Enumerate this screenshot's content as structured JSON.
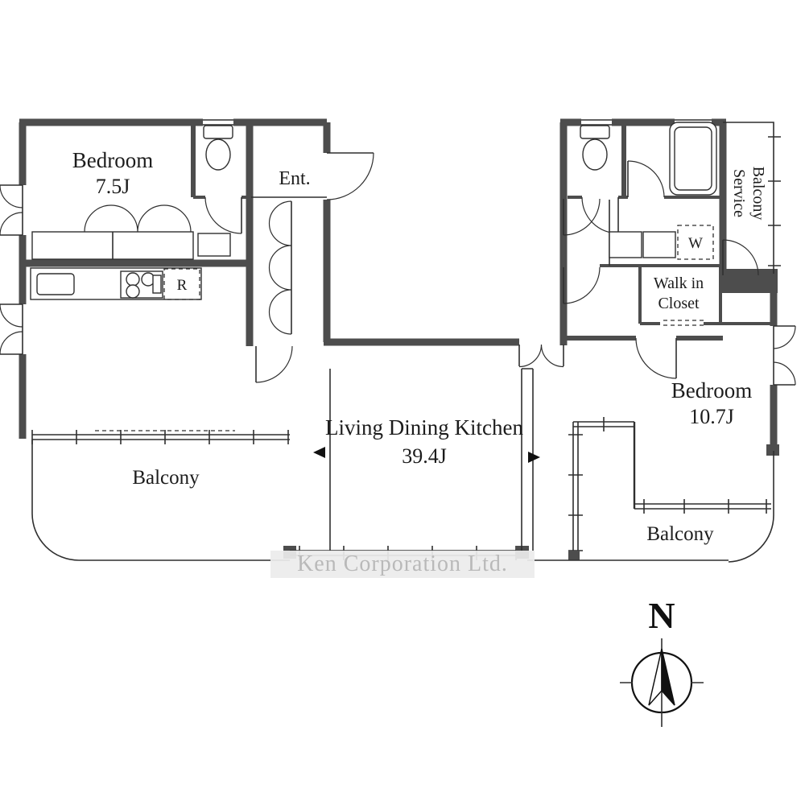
{
  "rooms": {
    "bedroom1": {
      "name": "Bedroom",
      "area": "7.5J"
    },
    "entrance": {
      "label": "Ent."
    },
    "service_balcony": {
      "word1": "Service",
      "word2": "Balcony"
    },
    "washing_machine": {
      "label": "W"
    },
    "refrigerator": {
      "label": "R"
    },
    "walk_in_closet": {
      "line1": "Walk in",
      "line2": "Closet"
    },
    "bedroom2": {
      "name": "Bedroom",
      "area": "10.7J"
    },
    "ldk": {
      "name": "Living Dining Kitchen",
      "area": "39.4J"
    },
    "balcony_left": {
      "label": "Balcony"
    },
    "balcony_right": {
      "label": "Balcony"
    }
  },
  "compass": {
    "north_label": "N"
  },
  "watermark": {
    "text": "Ken Corporation Ltd."
  },
  "colors": {
    "wall": "#4d4d4d",
    "line": "#2f2f2f",
    "watermark_band": "#ececec",
    "watermark_text": "#b9b9b9"
  }
}
